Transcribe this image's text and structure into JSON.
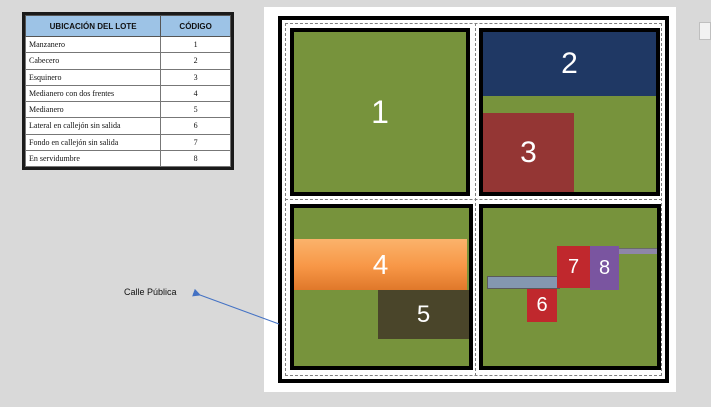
{
  "legend": {
    "headers": [
      "UBICACIÓN DEL LOTE",
      "CÓDIGO"
    ],
    "rows": [
      {
        "name": "Manzanero",
        "code": "1"
      },
      {
        "name": "Cabecero",
        "code": "2"
      },
      {
        "name": "Esquinero",
        "code": "3"
      },
      {
        "name": "Medianero con dos frentes",
        "code": "4"
      },
      {
        "name": "Medianero",
        "code": "5"
      },
      {
        "name": "Lateral en callejón sin salida",
        "code": "6"
      },
      {
        "name": "Fondo en callejón sin salida",
        "code": "7"
      },
      {
        "name": "En servidumbre",
        "code": "8"
      }
    ]
  },
  "diagram": {
    "lots": {
      "l1": "1",
      "l2": "2",
      "l3": "3",
      "l4": "4",
      "l5": "5",
      "l6": "6",
      "l7": "7",
      "l8": "8"
    },
    "street_label": "Calle Pública"
  },
  "colors": {
    "grass": "#77933c",
    "lot2": "#1f3864",
    "lot3": "#943634",
    "lot4": "#f79646",
    "lot5": "#4a452a",
    "lot6": "#c0282d",
    "lot7": "#c0282d",
    "lot8": "#7a55a0",
    "alley": "#8497b0"
  }
}
